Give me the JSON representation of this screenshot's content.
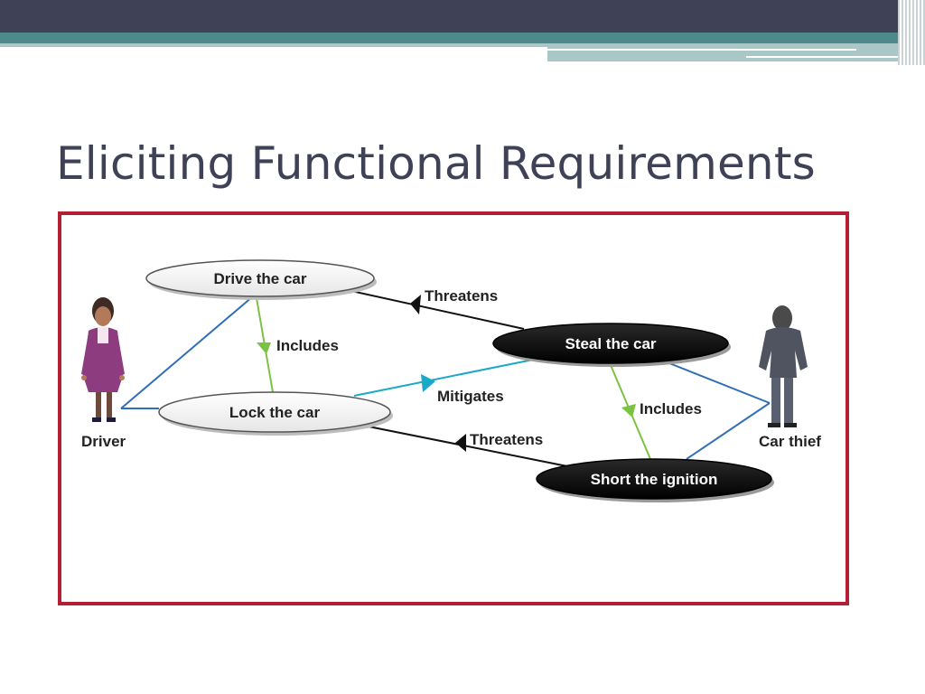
{
  "slide": {
    "title": "Eliciting Functional Requirements"
  },
  "diagram": {
    "actors": {
      "driver": "Driver",
      "thief": "Car thief"
    },
    "use_cases": {
      "drive": "Drive the car",
      "lock": "Lock the car",
      "steal": "Steal the car",
      "short": "Short the ignition"
    },
    "relations": {
      "includes_driver": "Includes",
      "threatens_top": "Threatens",
      "mitigates": "Mitigates",
      "includes_thief": "Includes",
      "threatens_bottom": "Threatens"
    },
    "colors": {
      "frame": "#b41f34",
      "title_text": "#3f4257",
      "association_line": "#2f6fb7",
      "includes_arrow": "#7cc242",
      "mitigates_arrow": "#1aa9c8",
      "threatens_arrow": "#111111"
    }
  }
}
